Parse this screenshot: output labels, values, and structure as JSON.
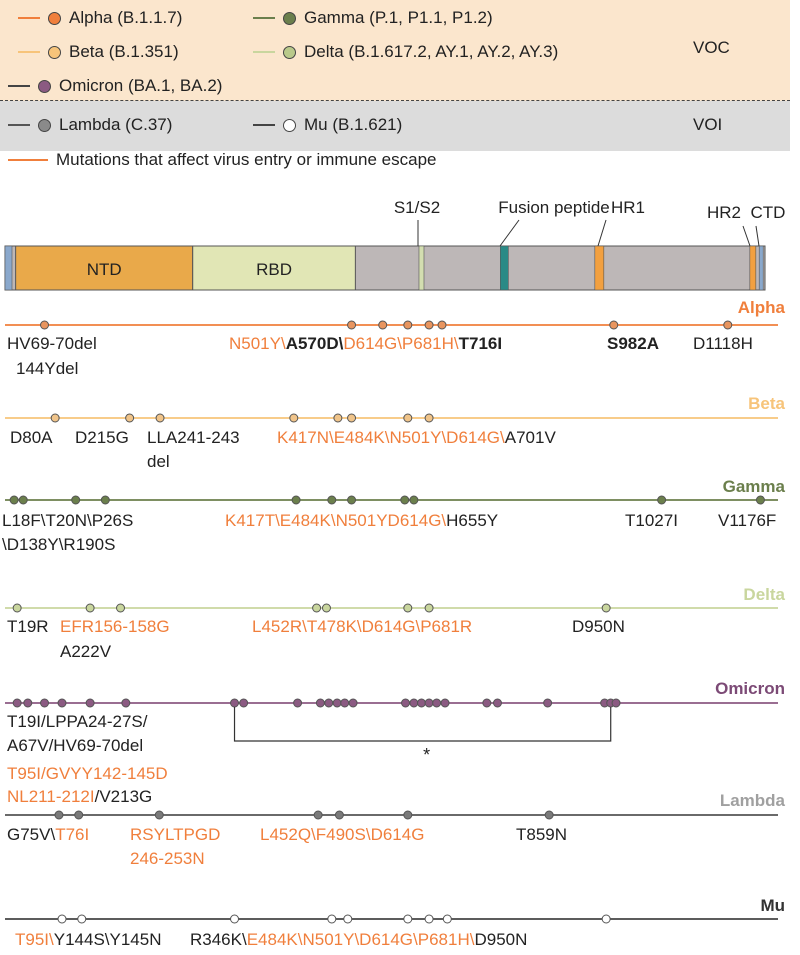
{
  "colors": {
    "alpha": "#f07f3c",
    "beta": "#f7c47a",
    "gamma": "#6b7f4c",
    "delta": "#c9d69e",
    "omicron": "#8b5a82",
    "lambda": "#9a9a9a",
    "mu": "#444444",
    "voc_bg": "#fbe6cd",
    "voi_bg": "#dcdcdc",
    "highlight_text": "#f07f3c",
    "normal_text": "#222222"
  },
  "legend": {
    "voc_label": "VOC",
    "voi_label": "VOI",
    "entries": [
      {
        "key": "alpha",
        "label": "Alpha (B.1.1.7)",
        "dot": "#f07f3c",
        "line": "#f07f3c"
      },
      {
        "key": "gamma",
        "label": "Gamma (P.1, P1.1, P1.2)",
        "dot": "#6b7f4c",
        "line": "#6b7f4c"
      },
      {
        "key": "beta",
        "label": "Beta (B.1.351)",
        "dot": "#f7c47a",
        "line": "#f7c47a"
      },
      {
        "key": "delta",
        "label": "Delta (B.1.617.2, AY.1, AY.2, AY.3)",
        "dot": "#b9c98a",
        "line": "#c9d69e"
      },
      {
        "key": "omicron",
        "label": "Omicron (BA.1, BA.2)",
        "dot": "#8b5a82",
        "line": "#444444"
      },
      {
        "key": "lambda",
        "label": "Lambda (C.37)",
        "dot": "#8a8a8a",
        "line": "#555555"
      },
      {
        "key": "mu",
        "label": "Mu (B.1.621)",
        "dot": "#ffffff",
        "line": "#444444"
      }
    ],
    "mutation_note": "Mutations that affect virus entry or immune escape"
  },
  "spike": {
    "domains": [
      {
        "name": "NTD",
        "label": "NTD",
        "start": 0.014,
        "end": 0.247,
        "color": "#e9a94a"
      },
      {
        "name": "RBD",
        "label": "RBD",
        "start": 0.247,
        "end": 0.461,
        "color": "#e1e6b5"
      }
    ],
    "markers": [
      {
        "name": "S1/S2",
        "label": "S1/S2",
        "pos": 0.548,
        "color": "#d3deb0"
      },
      {
        "name": "Fusion peptide",
        "label": "Fusion peptide",
        "pos": 0.657,
        "color": "#2a8a86"
      },
      {
        "name": "HR1",
        "label": "HR1",
        "pos": 0.782,
        "color": "#f2a040"
      },
      {
        "name": "HR2",
        "label": "HR2",
        "pos": 0.984,
        "color": "#f2a040"
      },
      {
        "name": "CTD",
        "label": "CTD",
        "pos": 0.995,
        "color": "#8aa8cc"
      }
    ]
  },
  "variants": [
    {
      "key": "alpha",
      "name": "Alpha",
      "positions": [
        0.052,
        0.456,
        0.497,
        0.53,
        0.558,
        0.575,
        0.801,
        0.951
      ],
      "labels": [
        {
          "segments": [
            {
              "text": "HV69-70del",
              "hl": false
            }
          ]
        },
        {
          "segments": [
            {
              "text": "144Ydel",
              "hl": false
            }
          ]
        },
        {
          "segments": [
            {
              "text": "N501Y\\",
              "hl": true
            },
            {
              "text": "A570D\\",
              "hl": false,
              "bold": true
            },
            {
              "text": "D614G\\P681H\\",
              "hl": true
            },
            {
              "text": "T716I",
              "hl": false,
              "bold": true
            }
          ]
        },
        {
          "segments": [
            {
              "text": "S982A",
              "hl": false,
              "bold": true
            }
          ]
        },
        {
          "segments": [
            {
              "text": "D1118H",
              "hl": false
            }
          ]
        }
      ]
    },
    {
      "key": "beta",
      "name": "Beta",
      "positions": [
        0.066,
        0.164,
        0.204,
        0.38,
        0.438,
        0.456,
        0.53,
        0.558
      ],
      "labels": [
        {
          "segments": [
            {
              "text": "D80A",
              "hl": false
            }
          ]
        },
        {
          "segments": [
            {
              "text": "D215G",
              "hl": false
            }
          ]
        },
        {
          "segments": [
            {
              "text": "LLA241-243",
              "hl": false
            }
          ]
        },
        {
          "segments": [
            {
              "text": "del",
              "hl": false
            }
          ]
        },
        {
          "segments": [
            {
              "text": "K417N\\E484K\\N501Y\\D614G\\",
              "hl": true
            },
            {
              "text": "A701V",
              "hl": false
            }
          ]
        }
      ]
    },
    {
      "key": "gamma",
      "name": "Gamma",
      "positions": [
        0.012,
        0.024,
        0.093,
        0.132,
        0.383,
        0.43,
        0.456,
        0.526,
        0.538,
        0.864,
        0.994
      ],
      "labels": [
        {
          "segments": [
            {
              "text": "L18F\\T20N\\P26S",
              "hl": false
            }
          ]
        },
        {
          "segments": [
            {
              "text": "\\D138Y\\R190S",
              "hl": false
            }
          ]
        },
        {
          "segments": [
            {
              "text": "K417T\\E484K\\N501YD614G\\",
              "hl": true
            },
            {
              "text": "H655Y",
              "hl": false
            }
          ]
        },
        {
          "segments": [
            {
              "text": "T1027I",
              "hl": false
            }
          ]
        },
        {
          "segments": [
            {
              "text": "V1176F",
              "hl": false
            }
          ]
        }
      ]
    },
    {
      "key": "delta",
      "name": "Delta",
      "positions": [
        0.016,
        0.112,
        0.152,
        0.41,
        0.423,
        0.53,
        0.558,
        0.791
      ],
      "labels": [
        {
          "segments": [
            {
              "text": "T19R",
              "hl": false
            }
          ]
        },
        {
          "segments": [
            {
              "text": "EFR156-158G",
              "hl": true
            }
          ]
        },
        {
          "segments": [
            {
              "text": "A222V",
              "hl": false
            }
          ]
        },
        {
          "segments": [
            {
              "text": "L452R\\T478K\\D614G\\P681R",
              "hl": true
            }
          ]
        },
        {
          "segments": [
            {
              "text": "D950N",
              "hl": false
            }
          ]
        }
      ]
    },
    {
      "key": "omicron",
      "name": "Omicron",
      "positions": [
        0.016,
        0.03,
        0.052,
        0.075,
        0.112,
        0.159,
        0.302,
        0.314,
        0.385,
        0.415,
        0.426,
        0.437,
        0.447,
        0.458,
        0.527,
        0.538,
        0.548,
        0.558,
        0.568,
        0.579,
        0.634,
        0.648,
        0.714,
        0.789,
        0.797,
        0.804
      ],
      "bracket": {
        "start": 0.302,
        "end": 0.797,
        "label": "*"
      },
      "labels": [
        {
          "segments": [
            {
              "text": "T19I/LPPA24-27S/",
              "hl": false
            }
          ]
        },
        {
          "segments": [
            {
              "text": "A67V/HV69-70del",
              "hl": false
            }
          ]
        },
        {
          "segments": [
            {
              "text": "T95I/GVYY142-145D",
              "hl": true
            }
          ]
        },
        {
          "segments": [
            {
              "text": "NL211-212I",
              "hl": true
            },
            {
              "text": "/V213G",
              "hl": false
            }
          ]
        }
      ]
    },
    {
      "key": "lambda",
      "name": "Lambda",
      "positions": [
        0.071,
        0.097,
        0.203,
        0.412,
        0.44,
        0.53,
        0.716
      ],
      "labels": [
        {
          "segments": [
            {
              "text": "G75V\\",
              "hl": false
            },
            {
              "text": "T76I",
              "hl": true
            }
          ]
        },
        {
          "segments": [
            {
              "text": "RSYLTPGD",
              "hl": true
            }
          ]
        },
        {
          "segments": [
            {
              "text": "246-253N",
              "hl": true
            }
          ]
        },
        {
          "segments": [
            {
              "text": "L452Q\\F490S\\D614G",
              "hl": true
            }
          ]
        },
        {
          "segments": [
            {
              "text": "T859N",
              "hl": false
            }
          ]
        }
      ]
    },
    {
      "key": "mu",
      "name": "Mu",
      "positions": [
        0.075,
        0.101,
        0.302,
        0.43,
        0.451,
        0.53,
        0.558,
        0.582,
        0.791
      ],
      "labels": [
        {
          "segments": [
            {
              "text": "T95I\\",
              "hl": true
            },
            {
              "text": "Y144S\\Y145N",
              "hl": false
            }
          ]
        },
        {
          "segments": [
            {
              "text": "R346K\\",
              "hl": false
            },
            {
              "text": "E484K\\N501Y\\D614G\\P681H\\",
              "hl": true
            },
            {
              "text": "D950N",
              "hl": false
            }
          ]
        }
      ]
    }
  ]
}
